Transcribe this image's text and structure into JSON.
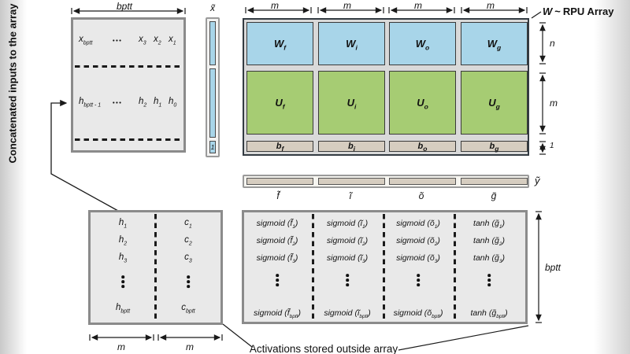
{
  "captions": {
    "left_rotated": "Concatenated inputs to the array",
    "activations": "Activations stored outside array"
  },
  "input_matrix": {
    "dim_top": "bptt",
    "rows": [
      {
        "lead_v": "x",
        "lead_s": "bptt",
        "dots": "•••",
        "t3v": "x",
        "t3s": "3",
        "t2v": "x",
        "t2s": "2",
        "t1v": "x",
        "t1s": "1"
      },
      {
        "lead_v": "h",
        "lead_s": "bptt - 1",
        "dots": "•••",
        "t3v": "h",
        "t3s": "2",
        "t2v": "h",
        "t2s": "1",
        "t1v": "h",
        "t1s": "0"
      }
    ]
  },
  "xtilde": {
    "label": "x̃",
    "one": "1"
  },
  "rpu_array": {
    "title_w": "W",
    "title_tilde": "~",
    "title_rest": "RPU Array",
    "col_dims": [
      "m",
      "m",
      "m",
      "m"
    ],
    "w_row": {
      "v": "W",
      "subs": [
        "f",
        "i",
        "o",
        "g"
      ]
    },
    "u_row": {
      "v": "U",
      "subs": [
        "f",
        "i",
        "o",
        "g"
      ]
    },
    "b_row": {
      "v": "b",
      "subs": [
        "f",
        "i",
        "o",
        "g"
      ]
    },
    "dim_n": "n",
    "dim_m": "m",
    "dim_one": "1"
  },
  "ytilde": {
    "label": "ỹ",
    "segs": [
      "f̃",
      "ĩ",
      "õ",
      "g̃"
    ]
  },
  "state_matrix": {
    "h_col": {
      "v": "h",
      "subs": [
        "1",
        "2",
        "3"
      ],
      "last_sub": "bptt"
    },
    "c_col": {
      "v": "c",
      "subs": [
        "1",
        "2",
        "3"
      ],
      "last_sub": "bptt"
    },
    "dims_bottom": [
      "m",
      "m"
    ]
  },
  "activation_matrix": {
    "cols": [
      {
        "fn": "sigmoid",
        "v": "f̃"
      },
      {
        "fn": "sigmoid",
        "v": "ĩ"
      },
      {
        "fn": "sigmoid",
        "v": "õ"
      },
      {
        "fn": "tanh",
        "v": "g̃"
      }
    ],
    "row_subs": [
      "1",
      "2",
      "3"
    ],
    "last_sub": "bptt",
    "paren_open": "(",
    "paren_close": ")",
    "dim_right": "bptt"
  },
  "colors": {
    "weight_blue": "#a8d5e9",
    "recurrent_green": "#a6cc73",
    "bias_tan": "#d6cdc0",
    "matrix_fill": "#e9e9e9"
  }
}
